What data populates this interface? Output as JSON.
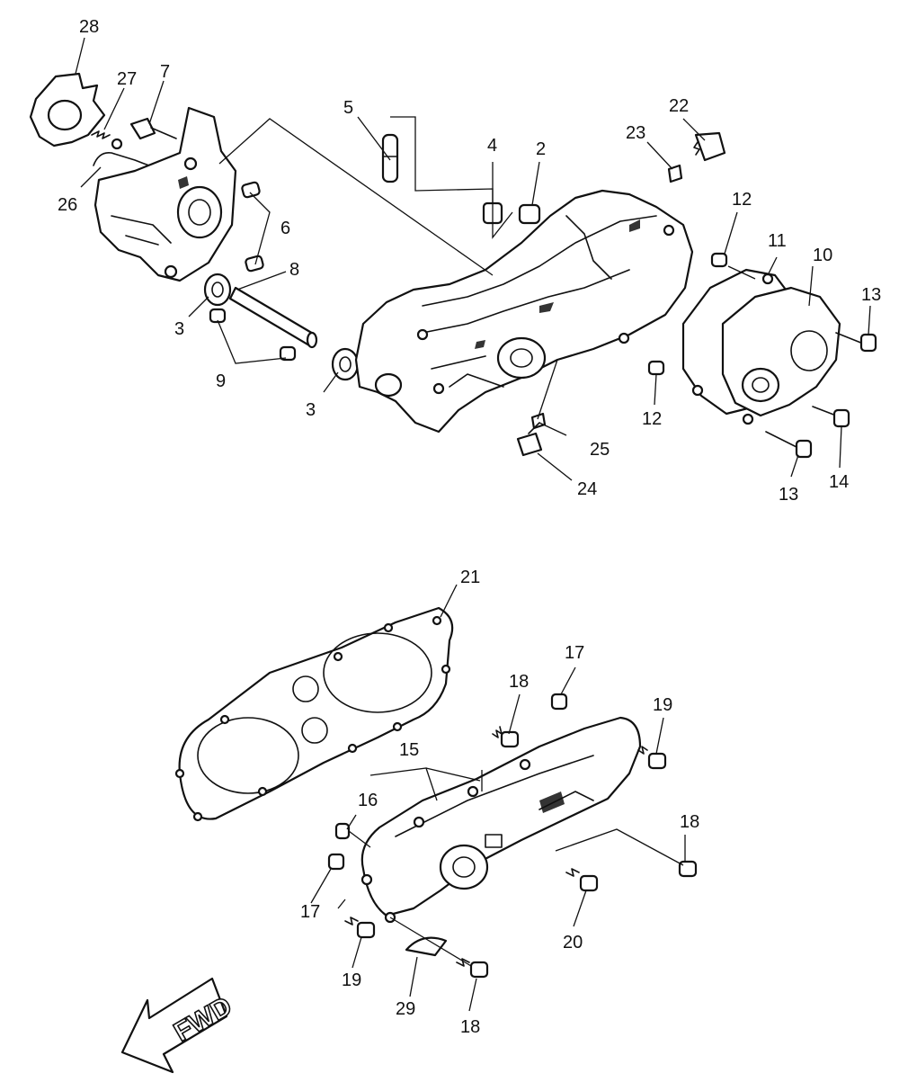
{
  "diagram": {
    "callouts": [
      {
        "id": "c28",
        "label": "28"
      },
      {
        "id": "c27",
        "label": "27"
      },
      {
        "id": "c7",
        "label": "7"
      },
      {
        "id": "c26",
        "label": "26"
      },
      {
        "id": "c6",
        "label": "6"
      },
      {
        "id": "c8",
        "label": "8"
      },
      {
        "id": "c3a",
        "label": "3"
      },
      {
        "id": "c9",
        "label": "9"
      },
      {
        "id": "c3b",
        "label": "3"
      },
      {
        "id": "c5",
        "label": "5"
      },
      {
        "id": "c4",
        "label": "4"
      },
      {
        "id": "c2",
        "label": "2"
      },
      {
        "id": "c23",
        "label": "23"
      },
      {
        "id": "c22",
        "label": "22"
      },
      {
        "id": "c12a",
        "label": "12"
      },
      {
        "id": "c11",
        "label": "11"
      },
      {
        "id": "c10",
        "label": "10"
      },
      {
        "id": "c13a",
        "label": "13"
      },
      {
        "id": "c12b",
        "label": "12"
      },
      {
        "id": "c25",
        "label": "25"
      },
      {
        "id": "c24",
        "label": "24"
      },
      {
        "id": "c13b",
        "label": "13"
      },
      {
        "id": "c14",
        "label": "14"
      },
      {
        "id": "c21",
        "label": "21"
      },
      {
        "id": "c17a",
        "label": "17"
      },
      {
        "id": "c18a",
        "label": "18"
      },
      {
        "id": "c19a",
        "label": "19"
      },
      {
        "id": "c15",
        "label": "15"
      },
      {
        "id": "c16",
        "label": "16"
      },
      {
        "id": "c18b",
        "label": "18"
      },
      {
        "id": "c17b",
        "label": "17"
      },
      {
        "id": "c20",
        "label": "20"
      },
      {
        "id": "c19b",
        "label": "19"
      },
      {
        "id": "c29",
        "label": "29"
      },
      {
        "id": "c18c",
        "label": "18"
      }
    ],
    "fwd_label": "FWD"
  }
}
